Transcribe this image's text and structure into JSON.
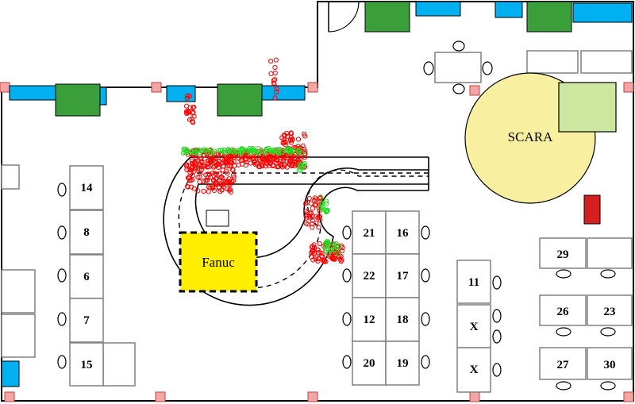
{
  "labels": {
    "robot_fanuc": "Fanuc",
    "robot_scara": "SCARA"
  },
  "desks": [
    {
      "id": "14",
      "label": "14"
    },
    {
      "id": "8",
      "label": "8"
    },
    {
      "id": "6",
      "label": "6"
    },
    {
      "id": "7",
      "label": "7"
    },
    {
      "id": "15",
      "label": "15"
    },
    {
      "id": "21",
      "label": "21"
    },
    {
      "id": "16",
      "label": "16"
    },
    {
      "id": "22",
      "label": "22"
    },
    {
      "id": "17",
      "label": "17"
    },
    {
      "id": "12",
      "label": "12"
    },
    {
      "id": "18",
      "label": "18"
    },
    {
      "id": "20",
      "label": "20"
    },
    {
      "id": "19",
      "label": "19"
    },
    {
      "id": "11",
      "label": "11"
    },
    {
      "id": "x1",
      "label": "X"
    },
    {
      "id": "x2",
      "label": "X"
    },
    {
      "id": "29",
      "label": "29"
    },
    {
      "id": "26",
      "label": "26"
    },
    {
      "id": "23",
      "label": "23"
    },
    {
      "id": "27",
      "label": "27"
    },
    {
      "id": "30",
      "label": "30"
    }
  ],
  "colors": {
    "fanuc_fill": "#ffee00",
    "scara_fill": "#f8f0a0",
    "scara_box": "#cde6a0",
    "marker_red": "#ff0000",
    "marker_green": "#22dd22",
    "storage_blue": "#00b0f0",
    "machine_green": "#3a9e3a",
    "post_pink": "#f4a6a6",
    "device_red": "#d42020"
  },
  "icons": [
    "door-icon",
    "chair-icon",
    "pillar-icon"
  ]
}
